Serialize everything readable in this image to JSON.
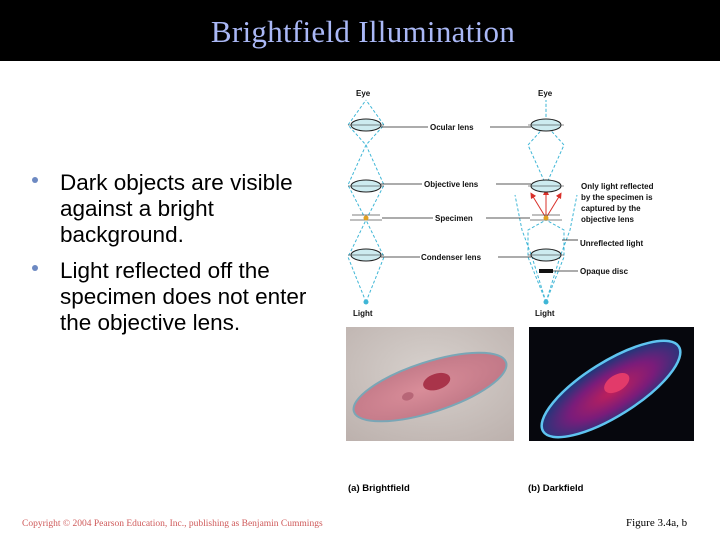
{
  "slide": {
    "title": "Brightfield Illumination",
    "bullets": [
      "Dark objects are visible against a bright background.",
      "Light reflected off the specimen does not enter the objective lens."
    ],
    "copyright": "Copyright © 2004 Pearson Education, Inc., publishing as Benjamin Cummings",
    "figure_ref": "Figure 3.4a, b"
  },
  "diagram": {
    "left_eye": "Eye",
    "right_eye": "Eye",
    "ocular_lens": "Ocular lens",
    "objective_lens": "Objective lens",
    "specimen": "Specimen",
    "condenser_lens": "Condenser lens",
    "left_light": "Light",
    "right_light": "Light",
    "reflected_note": [
      "Only light reflected",
      "by the specimen is",
      "captured by the",
      "objective lens"
    ],
    "unreflected_light": "Unreflected light",
    "opaque_disc": "Opaque disc"
  },
  "photos": {
    "caption_a": "(a) Brightfield",
    "caption_b": "(b) Darkfield"
  },
  "colors": {
    "title_bar": "#000000",
    "title_text": "#aab8f6",
    "bullet_dot": "#6d89c2",
    "copyright_text": "#cf5a5a",
    "light_ray": "#3fb6d6",
    "reflected_ray": "#d9302a"
  }
}
